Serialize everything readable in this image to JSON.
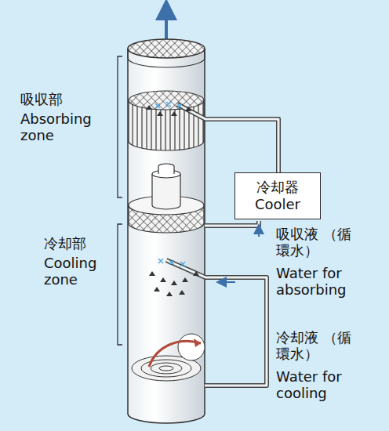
{
  "diagram": {
    "nodes": [
      {
        "text": [
          "冷却器 Cooler"
        ]
      }
    ],
    "labels": [
      "吸収部",
      "Absorbing zone",
      "冷却部",
      "Cooling zone",
      "吸収液 （循環水）",
      "Water for absorbing",
      "冷却液 （循環水）",
      "Water for cooling"
    ]
  }
}
